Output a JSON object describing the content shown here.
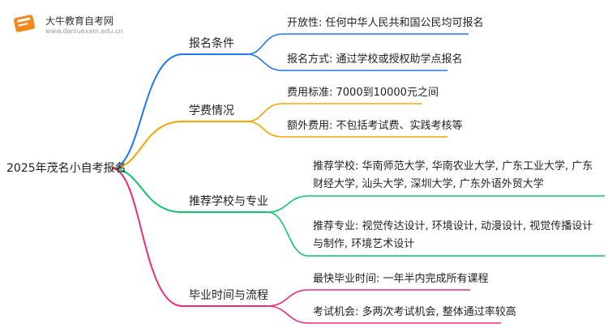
{
  "logo": {
    "title": "大牛教育自考网",
    "url": "www.daniuexam.edu.cn"
  },
  "root": {
    "label": "2025年茂名小自考报名"
  },
  "colors": {
    "blue": "#1f77f0",
    "orange": "#f0a500",
    "green": "#13c26b",
    "pink": "#ec2c79"
  },
  "branches": [
    {
      "label": "报名条件",
      "leaves": [
        "开放性: 任何中华人民共和国公民均可报名",
        "报名方式: 通过学校或授权助学点报名"
      ]
    },
    {
      "label": "学费情况",
      "leaves": [
        "费用标准: 7000到10000元之间",
        "额外费用: 不包括考试费、实践考核等"
      ]
    },
    {
      "label": "推荐学校与专业",
      "leaves": [
        "推荐学校: 华南师范大学, 华南农业大学, 广东工业大学, 广东财经大学, 汕头大学, 深圳大学, 广东外语外贸大学",
        "推荐专业: 视觉传达设计, 环境设计, 动漫设计, 视觉传播设计与制作, 环境艺术设计"
      ]
    },
    {
      "label": "毕业时间与流程",
      "leaves": [
        "最快毕业时间: 一年半内完成所有课程",
        "考试机会: 多两次考试机会, 整体通过率较高"
      ]
    }
  ]
}
